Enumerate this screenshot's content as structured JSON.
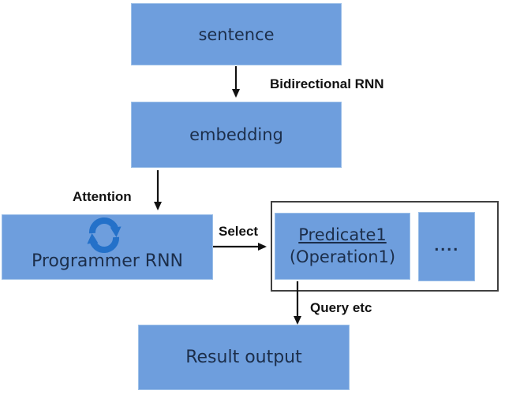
{
  "diagram": {
    "nodes": {
      "sentence": {
        "label": "sentence"
      },
      "embedding": {
        "label": "embedding"
      },
      "programmer": {
        "label": "Programmer RNN"
      },
      "predicate": {
        "line1": "Predicate1",
        "line2": "(Operation1)"
      },
      "dots": {
        "label": "...."
      },
      "result": {
        "label": "Result output"
      }
    },
    "edges": {
      "bidirectional": "Bidirectional RNN",
      "attention": "Attention",
      "select": "Select",
      "query": "Query etc"
    },
    "colors": {
      "node_fill": "#6e9edd",
      "node_border": "#9bbfe8",
      "node_text": "#1c2e4a",
      "sync_icon_blue": "#2471c9",
      "edge_label_text": "#111111",
      "arrow_black": "#111111",
      "container_border": "#404040"
    }
  }
}
